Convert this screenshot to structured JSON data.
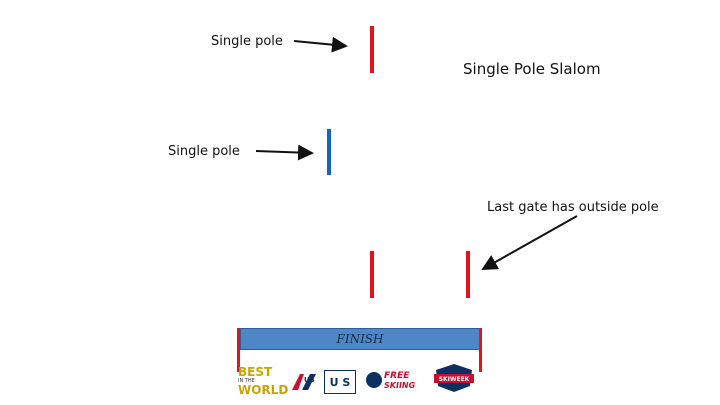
{
  "diagram": {
    "title": "Single Pole Slalom",
    "labels": {
      "top_pole": "Single pole",
      "mid_pole": "Single pole",
      "last_gate": "Last gate has outside pole"
    },
    "finish": "FINISH"
  },
  "colors": {
    "red_pole": "#e3121b",
    "blue_pole": "#1565c0",
    "arrow": "#111111",
    "finish_banner": "#4f86c6"
  },
  "logos": {
    "best": {
      "line1": "BEST",
      "line2": "IN THE",
      "line3": "WORLD"
    },
    "us_ski": {
      "text": "US"
    },
    "usskiteam": {
      "text": "U S"
    },
    "free_skiing": {
      "line1": "FREE",
      "line2": "SKIING"
    },
    "badge": {
      "text": "SKIWEEK"
    }
  }
}
